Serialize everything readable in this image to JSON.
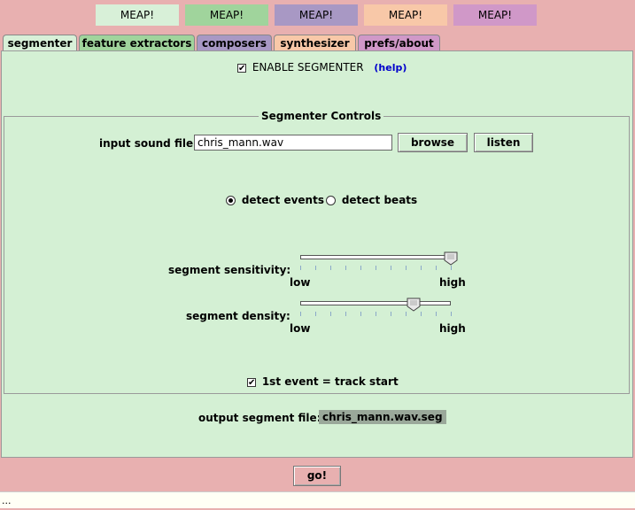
{
  "top_buttons": [
    {
      "label": "MEAP!",
      "color": "#d8f0d8"
    },
    {
      "label": "MEAP!",
      "color": "#a0d49c"
    },
    {
      "label": "MEAP!",
      "color": "#a898c4"
    },
    {
      "label": "MEAP!",
      "color": "#f8c8a8"
    },
    {
      "label": "MEAP!",
      "color": "#d098c8"
    }
  ],
  "tabs": [
    {
      "label": "segmenter",
      "color": "#d8f0d8",
      "active": true
    },
    {
      "label": "feature extractors",
      "color": "#a0d49c"
    },
    {
      "label": "composers",
      "color": "#a898c4"
    },
    {
      "label": "synthesizer",
      "color": "#f8c8a8"
    },
    {
      "label": "prefs/about",
      "color": "#d098c8"
    }
  ],
  "enable": {
    "checked": true,
    "label": "ENABLE SEGMENTER",
    "help": "(help)"
  },
  "controls": {
    "title": "Segmenter Controls",
    "input_label": "input sound file:",
    "input_value": "chris_mann.wav",
    "browse": "browse",
    "listen": "listen",
    "radio_events": "detect events",
    "radio_beats": "detect beats",
    "selected": "events",
    "sensitivity_label": "segment sensitivity:",
    "sensitivity_value": 1.0,
    "density_label": "segment density:",
    "density_value": 0.75,
    "low": "low",
    "high": "high",
    "first_event_label": "1st event = track start",
    "first_event_checked": true
  },
  "output": {
    "label": "output segment file:",
    "value": "chris_mann.wav.seg"
  },
  "go": "go!",
  "status": "..."
}
